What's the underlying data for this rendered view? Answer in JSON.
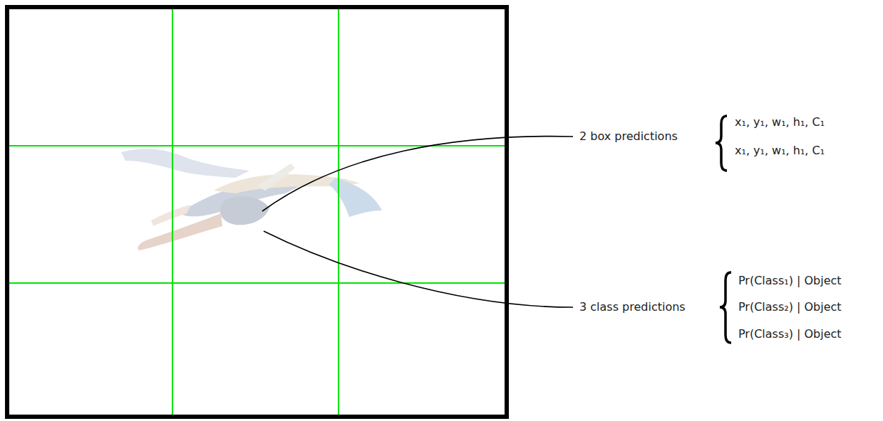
{
  "diagram": {
    "labels": [
      "2 box predictions",
      "x₁, y₁, w₁, h₁, C₁",
      "x₁, y₁, w₁, h₁, C₁",
      "3 class predictions",
      "Pr(Class₁) | Object",
      "Pr(Class₂) | Object",
      "Pr(Class₃) | Object"
    ]
  }
}
